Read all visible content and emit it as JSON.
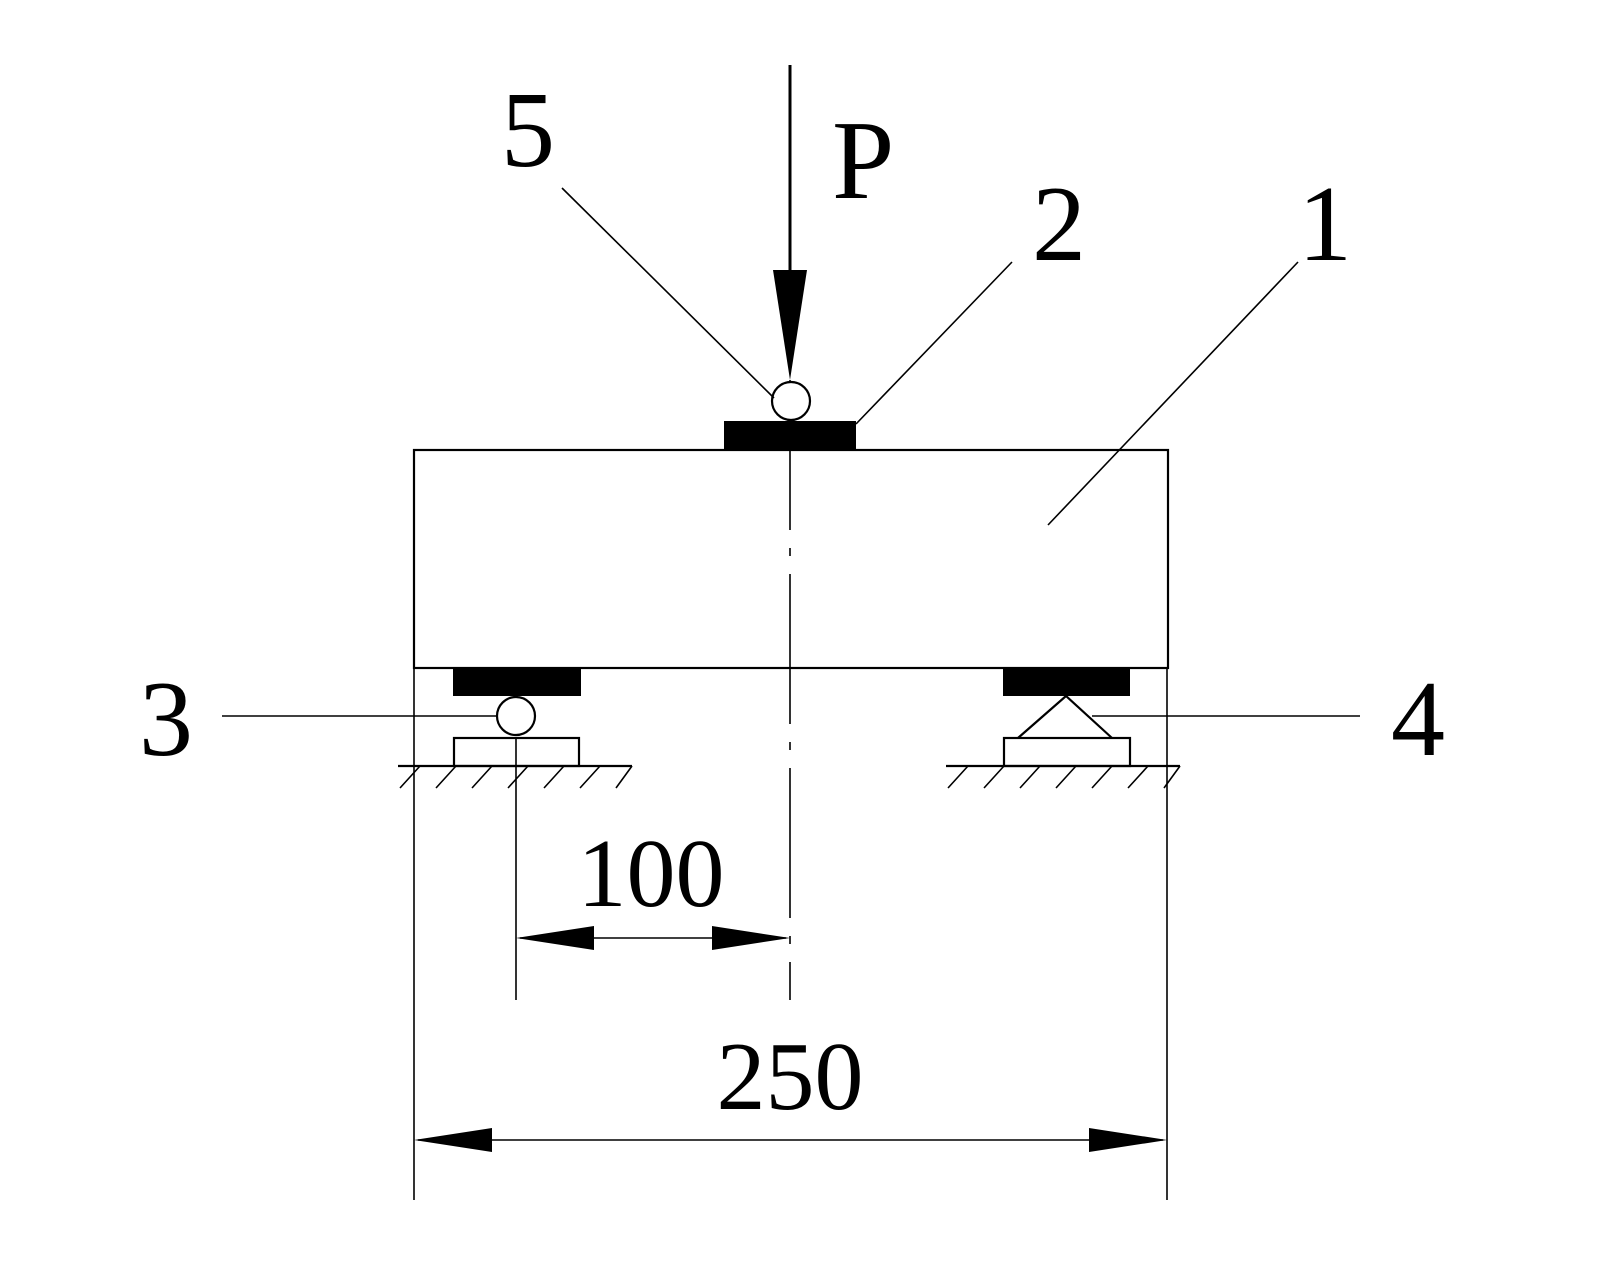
{
  "figure": {
    "load_label": "P",
    "callouts": {
      "specimen": "1",
      "top_pad": "2",
      "roller_support": "3",
      "pin_support": "4",
      "load_roller": "5"
    },
    "dimensions": {
      "load_offset": "100",
      "span": "250"
    }
  }
}
